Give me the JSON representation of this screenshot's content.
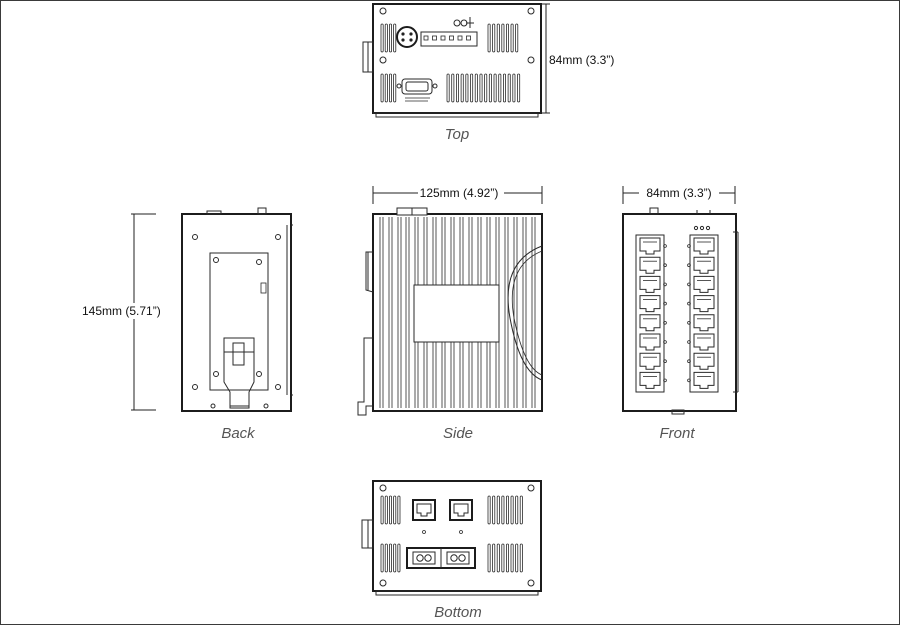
{
  "views": {
    "top": "Top",
    "back": "Back",
    "side": "Side",
    "front": "Front",
    "bottom": "Bottom"
  },
  "dimensions": {
    "top_depth": "84mm (3.3”)",
    "side_width": "125mm (4.92”)",
    "front_width": "84mm (3.3”)",
    "back_height": "145mm (5.71”)"
  },
  "colors": {
    "line": "#2a2a2a",
    "label": "#555555",
    "background": "#ffffff"
  },
  "front_ports_per_column": 8
}
